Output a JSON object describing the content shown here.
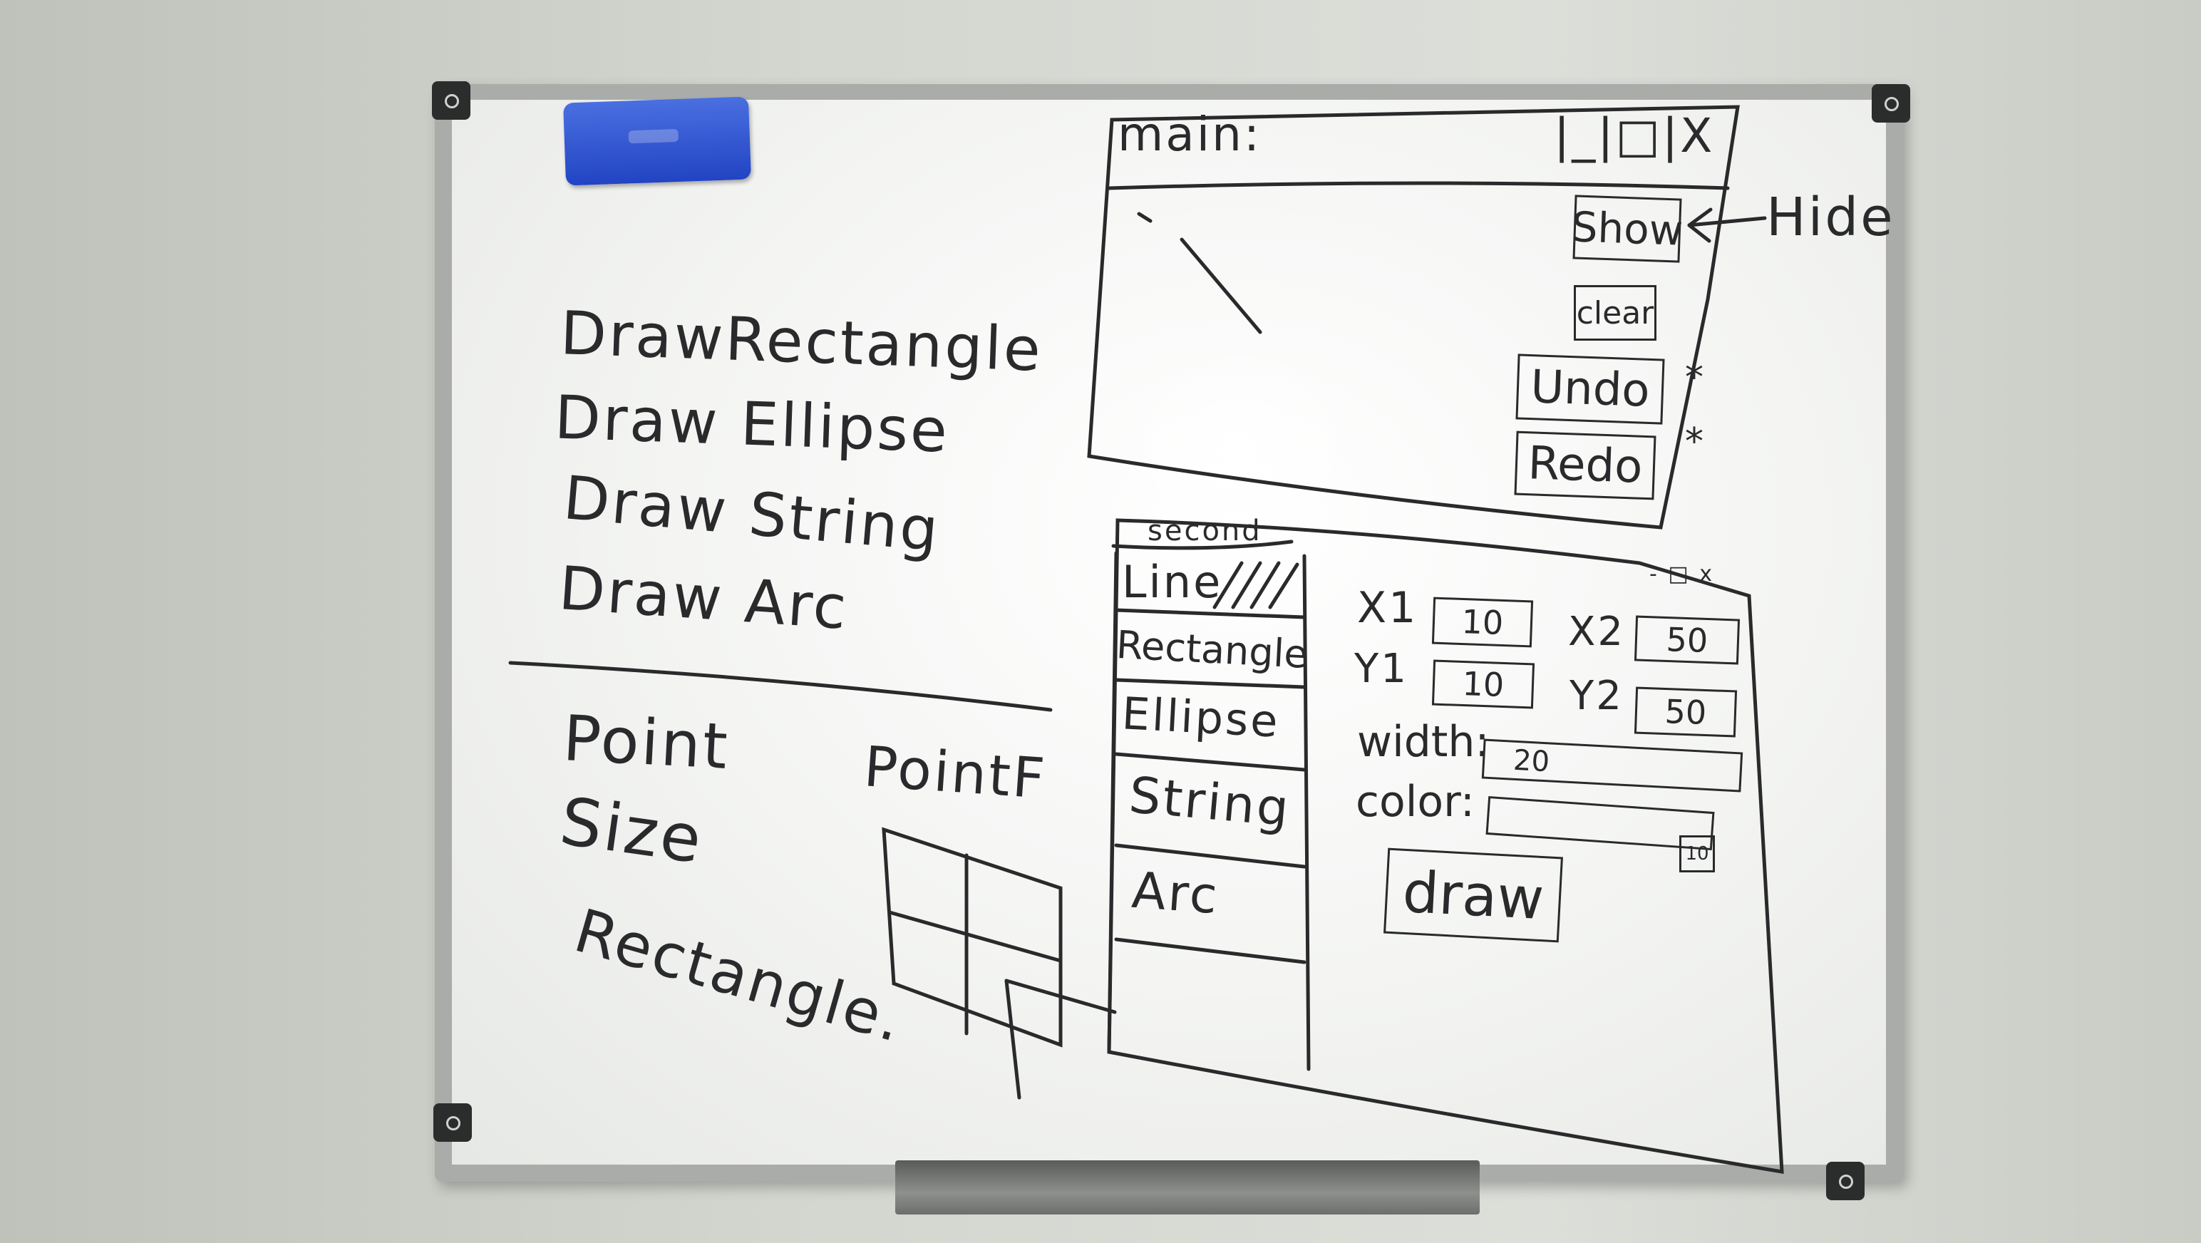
{
  "colors": {
    "ink": "#2a2a2c",
    "eraser": "#2b4fd0",
    "frame": "#a9aca8"
  },
  "left_list": {
    "draw_items": [
      "DrawRectangle",
      "Draw Ellipse",
      "Draw String",
      "Draw Arc"
    ],
    "type_items": [
      "Point",
      "PointF",
      "Size",
      "Rectangle."
    ]
  },
  "main_window": {
    "title": "main:",
    "controls": "|_|□|X",
    "buttons": {
      "show": "Show",
      "clear": "clear",
      "undo": "Undo",
      "redo": "Redo"
    },
    "marks": {
      "undo": "*",
      "redo": "*"
    },
    "annotation": "Hide"
  },
  "second_window": {
    "title": "second",
    "controls": "- □ x",
    "shape_list": [
      "Line",
      "Rectangle",
      "Ellipse",
      "String",
      "Arc"
    ],
    "fields": {
      "x1_label": "X1",
      "x1_value": "10",
      "x2_label": "X2",
      "x2_value": "50",
      "y1_label": "Y1",
      "y1_value": "10",
      "y2_label": "Y2",
      "y2_value": "50",
      "width_label": "width:",
      "width_value": "20",
      "color_label": "color:",
      "color_value": "",
      "color_dropdown": "10"
    },
    "draw_button": "draw"
  }
}
